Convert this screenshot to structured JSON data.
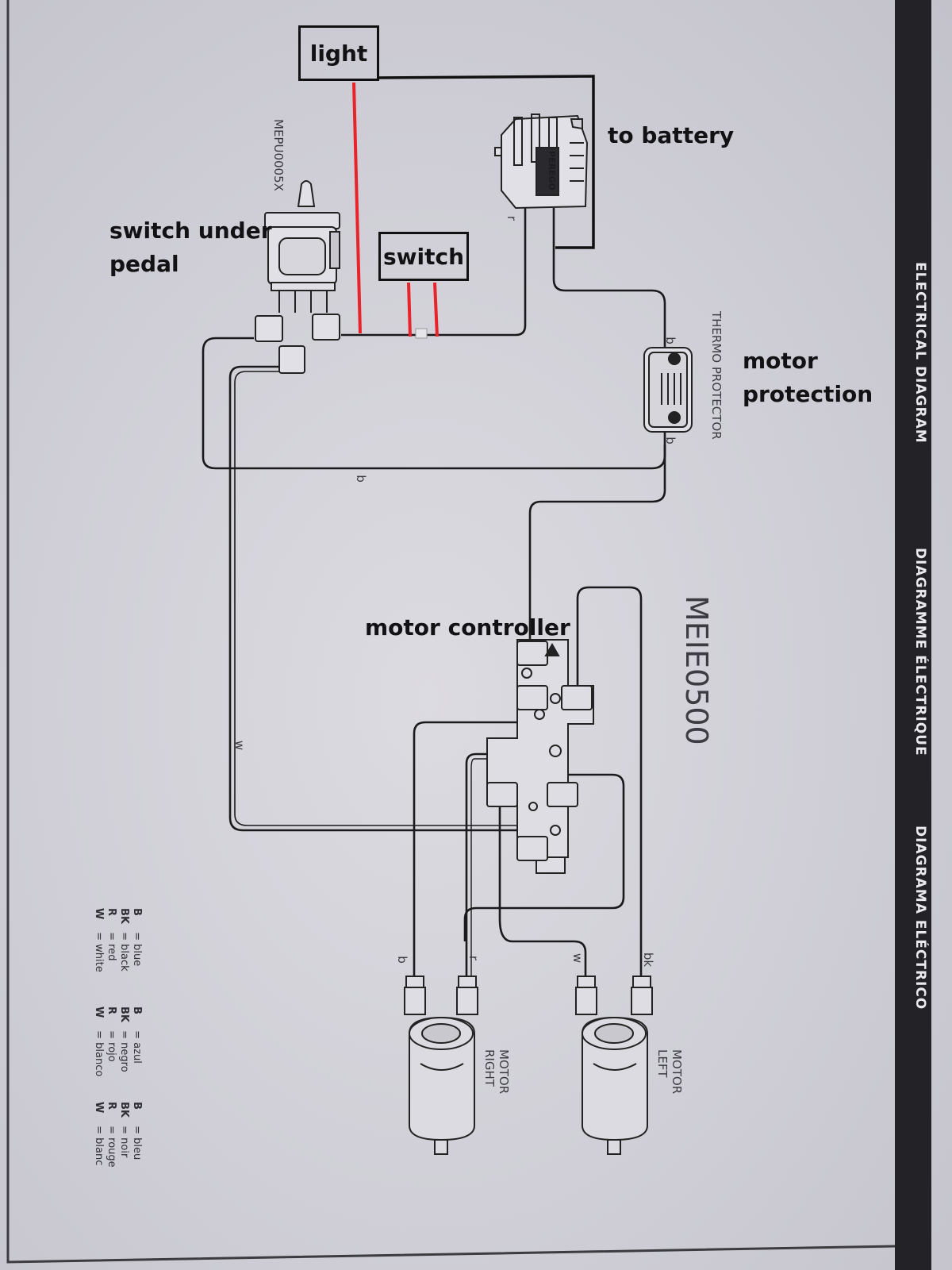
{
  "side_titles": {
    "en": "ELECTRICAL DIAGRAM",
    "fr": "DIAGRAMME ÉLECTRIQUE",
    "es": "DIAGRAMA ELÉCTRICO"
  },
  "annotations": {
    "light": "light",
    "to_battery": "to battery",
    "switch_under_pedal_line1": "switch under",
    "switch_under_pedal_line2": "pedal",
    "switch": "switch",
    "motor_protection_line1": "motor",
    "motor_protection_line2": "protection",
    "motor_controller": "motor controller"
  },
  "printed_labels": {
    "pedal_part": "MEPU0005X",
    "thermo_protector": "THERMO  PROTECTOR",
    "controller_model": "MEIE0500",
    "battery_brand": "PEREGO",
    "motor_right": [
      "MOTOR",
      "RIGHT"
    ],
    "motor_left": [
      "MOTOR",
      "LEFT"
    ]
  },
  "wire_letters": {
    "r_top": "r",
    "b_top": "b",
    "b_bottom_protector": "b",
    "b_loop": "b",
    "w_left": "w",
    "b_motor": "b",
    "r_motor": "r",
    "w_motor": "w",
    "bk_motor": "bk"
  },
  "legend": {
    "english": [
      {
        "code": "B",
        "text": "= blue"
      },
      {
        "code": "BK",
        "text": "= black"
      },
      {
        "code": "R",
        "text": "= red"
      },
      {
        "code": "W",
        "text": "= white"
      }
    ],
    "spanish": [
      {
        "code": "B",
        "text": "= azul"
      },
      {
        "code": "BK",
        "text": "= negro"
      },
      {
        "code": "R",
        "text": "= rojo"
      },
      {
        "code": "W",
        "text": "= blanco"
      }
    ],
    "french": [
      {
        "code": "B",
        "text": "= bleu"
      },
      {
        "code": "BK",
        "text": "= noir"
      },
      {
        "code": "R",
        "text": "= rouge"
      },
      {
        "code": "W",
        "text": "= blanc"
      }
    ]
  },
  "colors": {
    "paper": "#d6d5dc",
    "wire": "#1a1a1c",
    "annotation_red": "#e8232a",
    "side_strip": "#232226"
  }
}
